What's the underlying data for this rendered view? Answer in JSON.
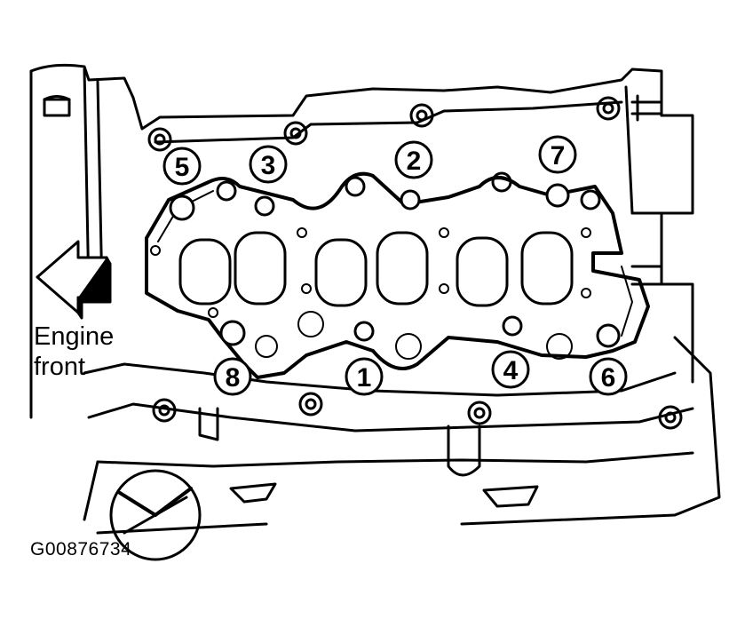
{
  "figure_id": "G00876734",
  "direction_label": {
    "line1": "Engine",
    "line2": "front"
  },
  "callouts": [
    "5",
    "3",
    "2",
    "7",
    "8",
    "1",
    "4",
    "6"
  ]
}
